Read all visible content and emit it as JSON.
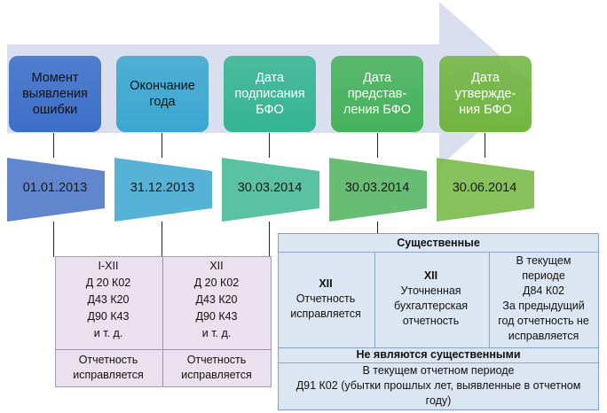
{
  "stages": [
    {
      "label": "Момент\nвыявления\nошибки",
      "color": "#3c6fc8",
      "text_color": "#111111"
    },
    {
      "label": "Окончание\nгода",
      "color": "#3ba7d0",
      "text_color": "#111111"
    },
    {
      "label": "Дата\nподписания\nБФО",
      "color": "#35b592",
      "text_color": "#ffffff"
    },
    {
      "label": "Дата\nпредстав-\nления БФО",
      "color": "#45b25a",
      "text_color": "#ffffff"
    },
    {
      "label": "Дата\nутвержде-\nния БФО",
      "color": "#71b540",
      "text_color": "#ffffff"
    }
  ],
  "dates": [
    {
      "label": "01.01.2013",
      "color": "#4472c4"
    },
    {
      "label": "31.12.2013",
      "color": "#3aa6cf"
    },
    {
      "label": "30.03.2014",
      "color": "#3db690"
    },
    {
      "label": "30.03.2014",
      "color": "#4cb25b"
    },
    {
      "label": "30.06.2014",
      "color": "#72b63f"
    }
  ],
  "arrow_color": "#d9dfef",
  "left_table": {
    "col1": {
      "period": "I-XII",
      "entries": "Д 20 К02\nД43 К20\nД90 К43\nи т. д.",
      "footer": "Отчетность\nисправляется"
    },
    "col2": {
      "period": "XII",
      "entries": "Д 20 К02\nД43 К20\nД90 К43\nи т. д.",
      "footer": "Отчетность\nисправляется"
    }
  },
  "right_table": {
    "header": "Существенные",
    "col1": {
      "period": "XII",
      "text": "Отчетность\nисправляется"
    },
    "col2": {
      "period": "XII",
      "text": "Уточненная\nбухгалтерская\nотчетность"
    },
    "col3": {
      "text": "В текущем\nпериоде\nД84 К02\nЗа предыдущий\nгод отчетность не\nисправляется"
    },
    "sub_header": "Не являются существенными",
    "footer": "В текущем отчетном периоде\nД91 К02 (убытки прошлых лет, выявленные в отчетном\nгоду)"
  }
}
